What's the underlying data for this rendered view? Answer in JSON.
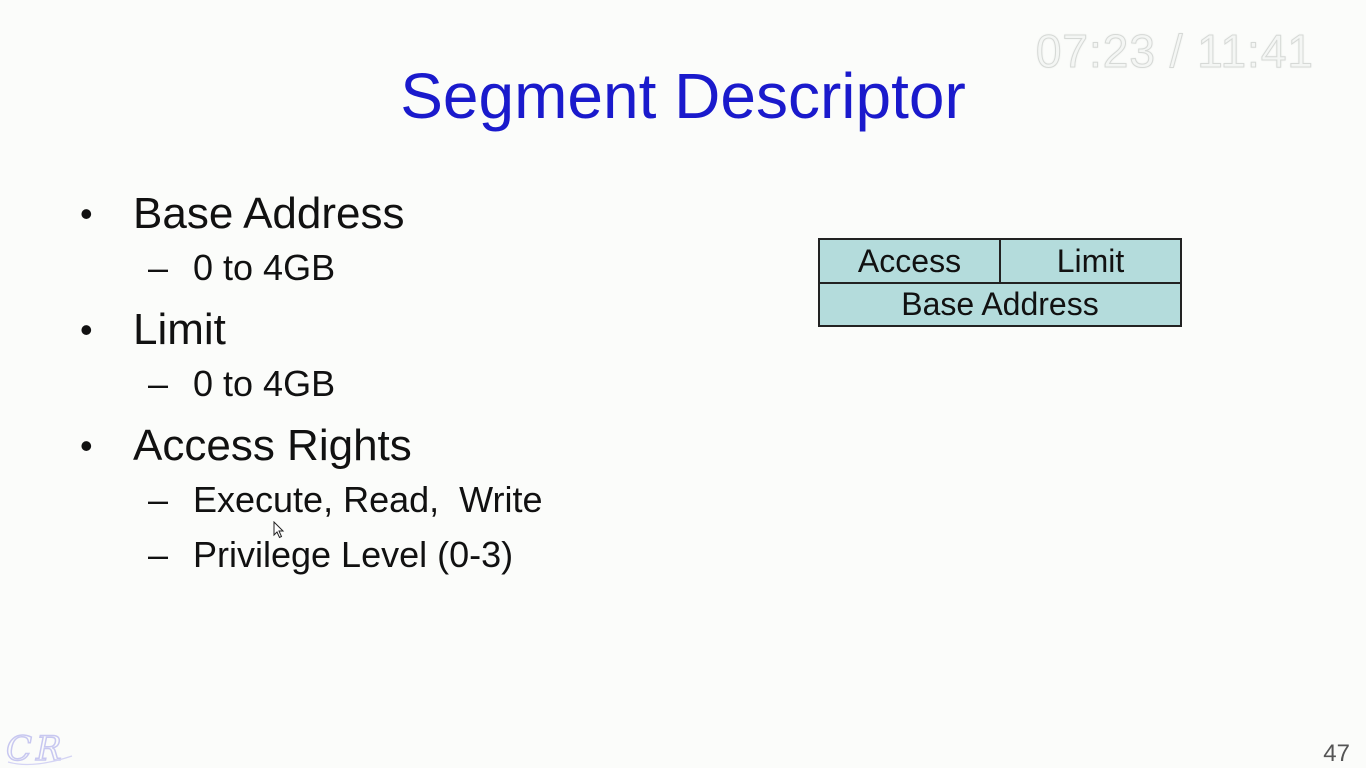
{
  "slide": {
    "title": "Segment Descriptor",
    "timestamp": "07:23 / 11:41",
    "page_number": "47",
    "logo_text": "CR"
  },
  "bullets": [
    {
      "label": "Base Address",
      "subitems": [
        "0 to 4GB"
      ]
    },
    {
      "label": "Limit",
      "subitems": [
        "0 to 4GB"
      ]
    },
    {
      "label": "Access Rights",
      "subitems": [
        "Execute, Read,  Write",
        "Privilege Level (0-3)"
      ]
    }
  ],
  "descriptor_table": {
    "top_row": [
      "Access",
      "Limit"
    ],
    "bottom_row": "Base Address",
    "fill_color": "#b4dcdc"
  },
  "colors": {
    "title": "#1a1acc",
    "background": "#fbfcfa"
  }
}
